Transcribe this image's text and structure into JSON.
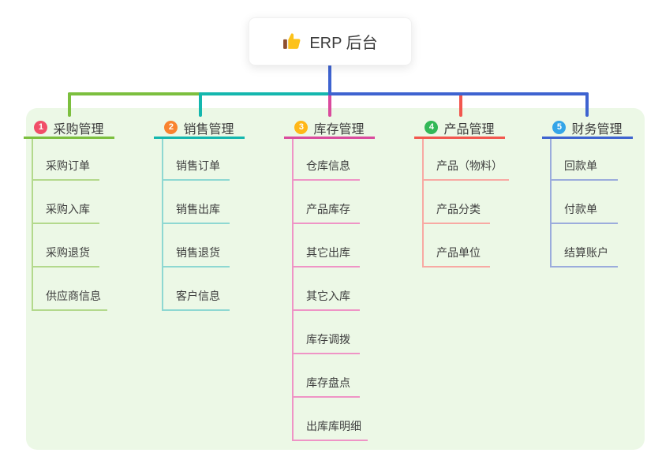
{
  "root": {
    "title": "ERP 后台",
    "icon": "thumbs-up-icon"
  },
  "panel_color": "#ecf8e6",
  "branches": [
    {
      "badge": "1",
      "title": "采购管理",
      "badge_color": "#f14e68",
      "line_color": "#7cbf3e",
      "light_color": "#b3d98c",
      "children": [
        "采购订单",
        "采购入库",
        "采购退货",
        "供应商信息"
      ]
    },
    {
      "badge": "2",
      "title": "销售管理",
      "badge_color": "#f9832f",
      "line_color": "#14b7ae",
      "light_color": "#8ed8d2",
      "children": [
        "销售订单",
        "销售出库",
        "销售退货",
        "客户信息"
      ]
    },
    {
      "badge": "3",
      "title": "库存管理",
      "badge_color": "#ffb718",
      "line_color": "#da4b9d",
      "light_color": "#ef94c6",
      "children": [
        "仓库信息",
        "产品库存",
        "其它出库",
        "其它入库",
        "库存调拨",
        "库存盘点",
        "出库库明细"
      ]
    },
    {
      "badge": "4",
      "title": "产品管理",
      "badge_color": "#33b857",
      "line_color": "#f2574e",
      "light_color": "#f8a9a3",
      "children": [
        "产品（物料）",
        "产品分类",
        "产品单位"
      ]
    },
    {
      "badge": "5",
      "title": "财务管理",
      "badge_color": "#34a5e8",
      "line_color": "#3e63d0",
      "light_color": "#9bacdc",
      "children": [
        "回款单",
        "付款单",
        "结算账户"
      ]
    }
  ]
}
